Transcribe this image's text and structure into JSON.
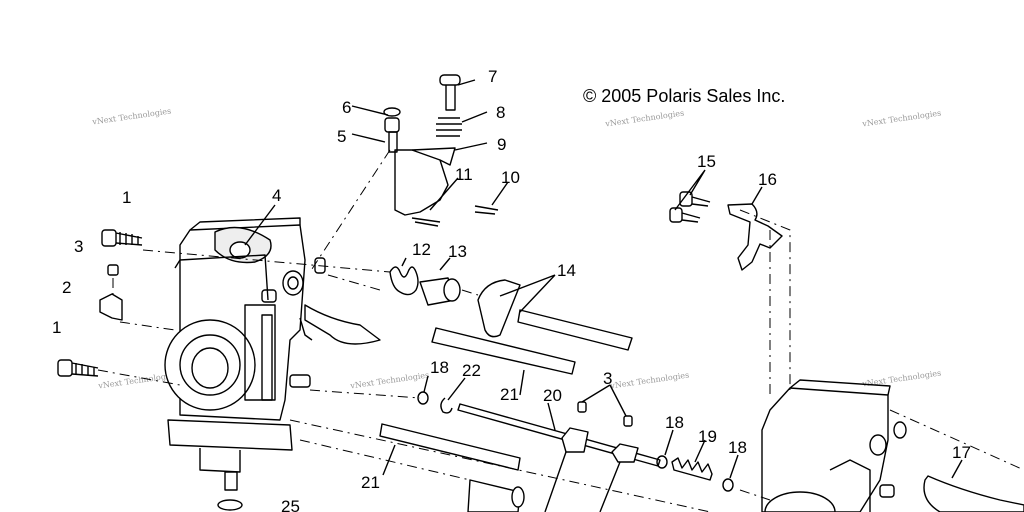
{
  "copyright": "© 2005 Polaris Sales Inc.",
  "watermark": "vNext Technologies",
  "callouts": [
    "1",
    "2",
    "3",
    "4",
    "5",
    "6",
    "7",
    "8",
    "9",
    "10",
    "11",
    "12",
    "13",
    "14",
    "15",
    "16",
    "17",
    "18",
    "19",
    "20",
    "21",
    "22",
    "25"
  ],
  "colors": {
    "line": "#000000",
    "background": "#ffffff",
    "watermark": "#888888"
  }
}
